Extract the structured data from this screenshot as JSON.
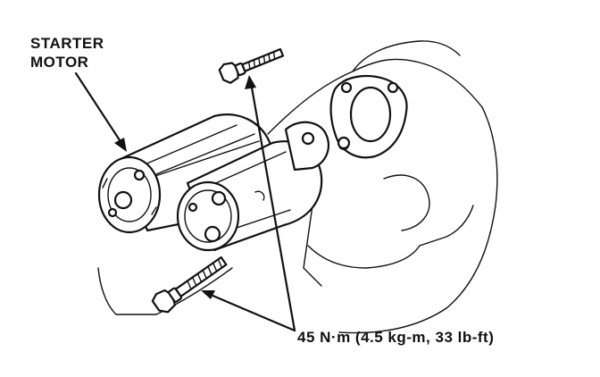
{
  "labels": {
    "component_line1": "STARTER",
    "component_line2": "MOTOR",
    "torque_spec": "45 N·m (4.5 kg-m, 33 lb-ft)"
  },
  "colors": {
    "ink": "#111111",
    "paper": "#ffffff"
  }
}
